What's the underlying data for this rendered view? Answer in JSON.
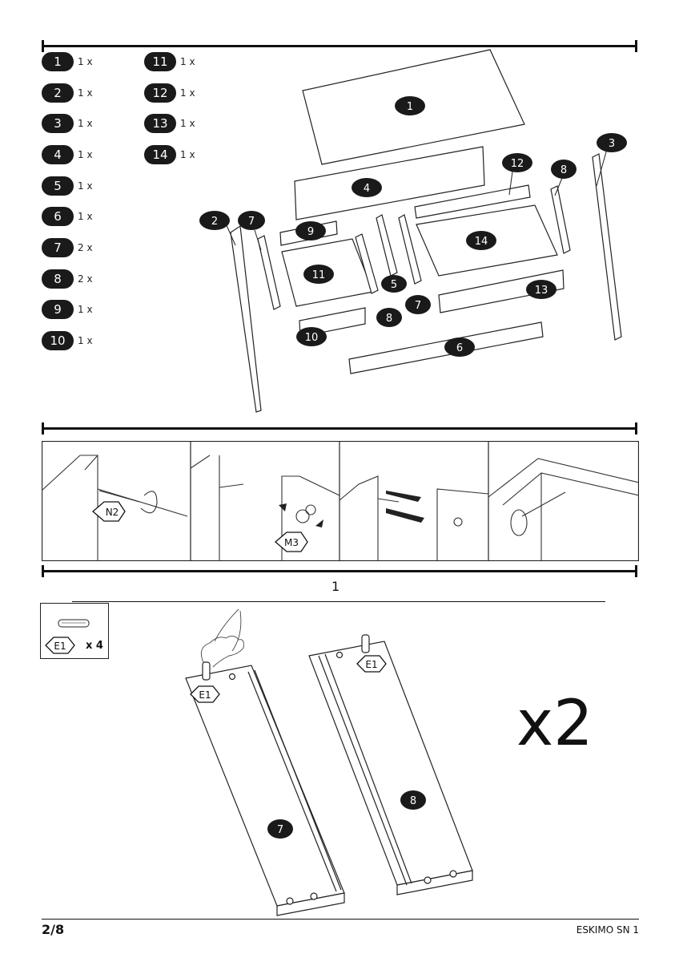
{
  "parts_list": [
    {
      "num": "1",
      "qty": "1 x"
    },
    {
      "num": "2",
      "qty": "1 x"
    },
    {
      "num": "3",
      "qty": "1 x"
    },
    {
      "num": "4",
      "qty": "1 x"
    },
    {
      "num": "5",
      "qty": "1 x"
    },
    {
      "num": "6",
      "qty": "1 x"
    },
    {
      "num": "7",
      "qty": "2 x"
    },
    {
      "num": "8",
      "qty": "2 x"
    },
    {
      "num": "9",
      "qty": "1 x"
    },
    {
      "num": "10",
      "qty": "1 x"
    },
    {
      "num": "11",
      "qty": "1 x"
    },
    {
      "num": "12",
      "qty": "1 x"
    },
    {
      "num": "13",
      "qty": "1 x"
    },
    {
      "num": "14",
      "qty": "1 x"
    }
  ],
  "exploded_labels": [
    "1",
    "2",
    "3",
    "4",
    "5",
    "6",
    "7",
    "7",
    "8",
    "8",
    "9",
    "10",
    "11",
    "12",
    "13",
    "14"
  ],
  "hardware": {
    "n2": "N2",
    "m3": "M3",
    "e1": "E1",
    "e1_qty": "x 4"
  },
  "step": {
    "number": "1",
    "multiplier": "x2",
    "panel_left": "7",
    "panel_right": "8"
  },
  "footer": {
    "page": "2/8",
    "model": "ESKIMO SN 1"
  }
}
